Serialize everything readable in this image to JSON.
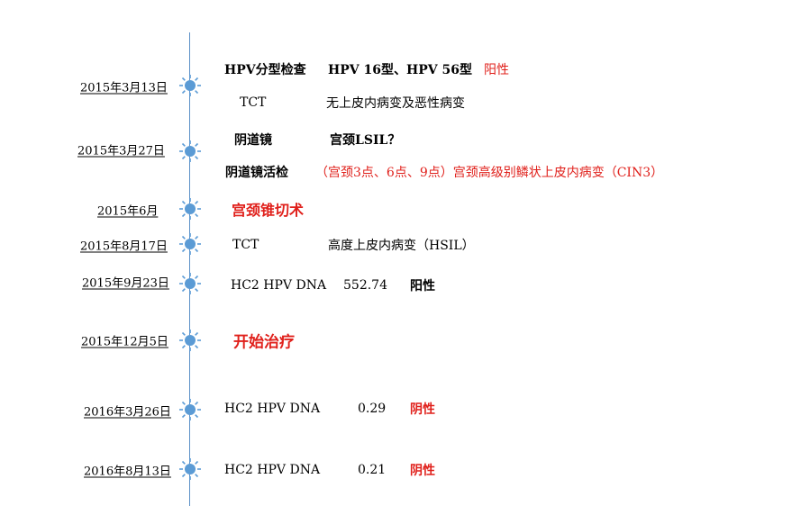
{
  "colors": {
    "axis": "#5b8fc7",
    "marker": "#5b9bd5",
    "red": "#e0201b"
  },
  "events": [
    {
      "date": "2015年3月13日",
      "rows": [
        [
          "HPV分型检查",
          "HPV 16型、HPV 56型",
          "阳性"
        ],
        [
          "TCT",
          "无上皮内病变及恶性病变"
        ]
      ]
    },
    {
      "date": "2015年3月27日",
      "rows": [
        [
          "阴道镜",
          "宫颈LSIL？"
        ],
        [
          "阴道镜活检",
          "（宫颈3点、6点、9点）宫颈高级别鳞状上皮内病变（CIN3）"
        ]
      ]
    },
    {
      "date": "2015年6月",
      "rows": [
        [
          "宫颈锥切术"
        ]
      ]
    },
    {
      "date": "2015年8月17日",
      "rows": [
        [
          "TCT",
          "高度上皮内病变（HSIL）"
        ]
      ]
    },
    {
      "date": "2015年9月23日",
      "rows": [
        [
          "HC2 HPV DNA",
          "552.74",
          "阳性"
        ]
      ]
    },
    {
      "date": "2015年12月5日",
      "rows": [
        [
          "开始治疗"
        ]
      ]
    },
    {
      "date": "2016年3月26日",
      "rows": [
        [
          "HC2 HPV DNA",
          "0.29",
          "阴性"
        ]
      ]
    },
    {
      "date": "2016年8月13日",
      "rows": [
        [
          "HC2 HPV DNA",
          "0.21",
          "阴性"
        ]
      ]
    }
  ]
}
